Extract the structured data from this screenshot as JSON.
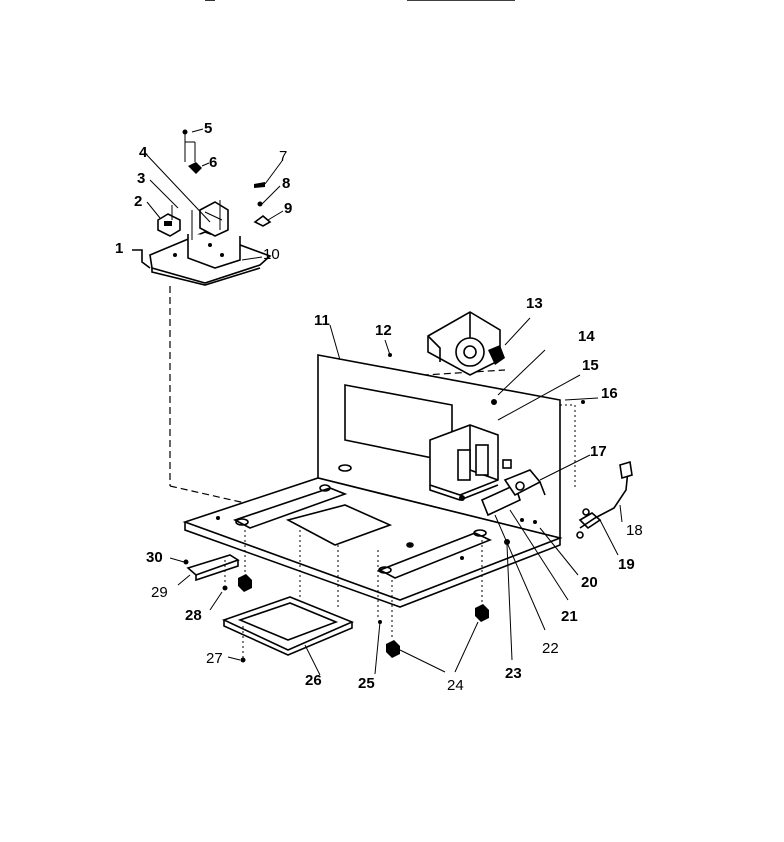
{
  "callouts": {
    "c1": "1",
    "c2": "2",
    "c3": "3",
    "c4": "4",
    "c5": "5",
    "c6": "6",
    "c7": "7",
    "c8": "8",
    "c9": "9",
    "c10": "10",
    "c11": "11",
    "c12": "12",
    "c13": "13",
    "c14": "14",
    "c15": "15",
    "c16": "16",
    "c17": "17",
    "c18": "18",
    "c19": "19",
    "c20": "20",
    "c21": "21",
    "c22": "22",
    "c23": "23",
    "c24": "24",
    "c25": "25",
    "c26": "26",
    "c27": "27",
    "c28": "28",
    "c29": "29",
    "c30": "30"
  },
  "colors": {
    "ink": "#000000",
    "paper": "#ffffff"
  }
}
